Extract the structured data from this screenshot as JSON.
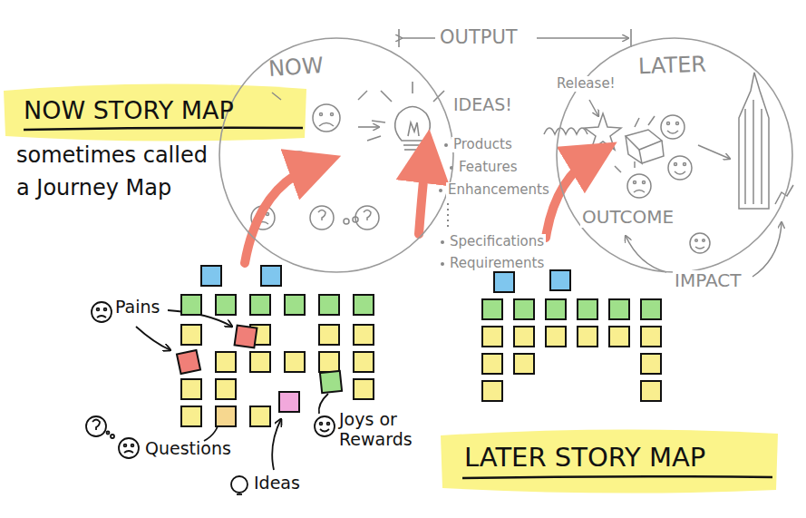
{
  "diagram": {
    "nodes": [
      {
        "text": [
          "NOW"
        ]
      },
      {
        "text": [
          "LATER"
        ]
      }
    ],
    "labels": [
      "OUTPUT",
      "NOW STORY MAP",
      "sometimes called",
      "a Journey Map",
      "IDEAS!",
      "Products",
      "Features",
      "Enhancements",
      "Specifications",
      "Requirements",
      "Release!",
      "OUTCOME",
      "IMPACT",
      "Pains",
      "Questions",
      "Ideas",
      "Joys or Rewards",
      "LATER STORY MAP"
    ]
  }
}
